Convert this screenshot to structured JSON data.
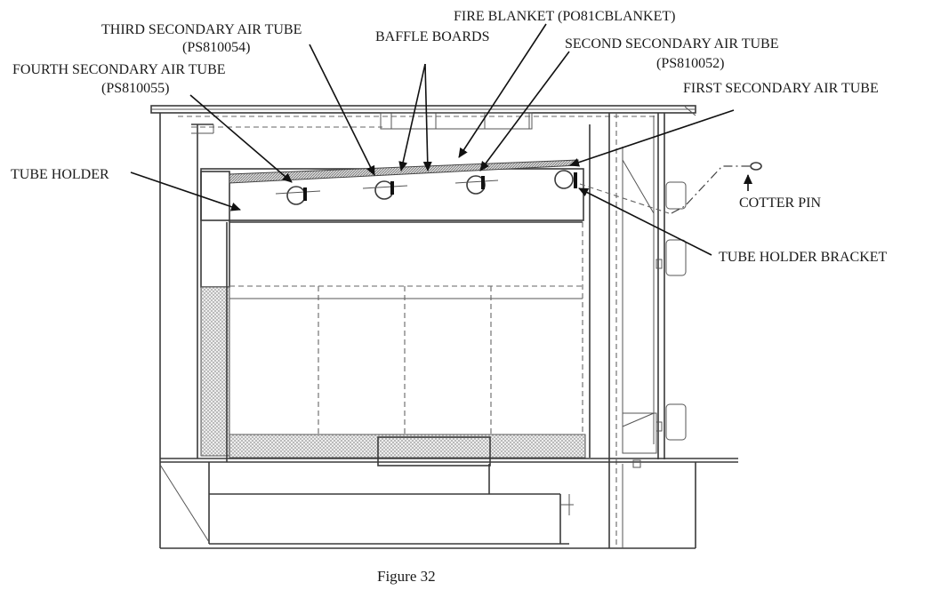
{
  "labels": {
    "third_tube": "THIRD SECONDARY AIR TUBE",
    "third_tube_part": "(PS810054)",
    "fire_blanket": "FIRE BLANKET (PO81CBLANKET)",
    "baffle_boards": "BAFFLE BOARDS",
    "second_tube": "SECOND SECONDARY AIR TUBE",
    "second_tube_part": "(PS810052)",
    "fourth_tube": "FOURTH SECONDARY AIR TUBE",
    "fourth_tube_part": "(PS810055)",
    "first_tube": "FIRST SECONDARY AIR TUBE",
    "tube_holder": "TUBE HOLDER",
    "cotter_pin": "COTTER PIN",
    "tube_holder_bracket": "TUBE HOLDER BRACKET"
  },
  "caption": "Figure 32"
}
